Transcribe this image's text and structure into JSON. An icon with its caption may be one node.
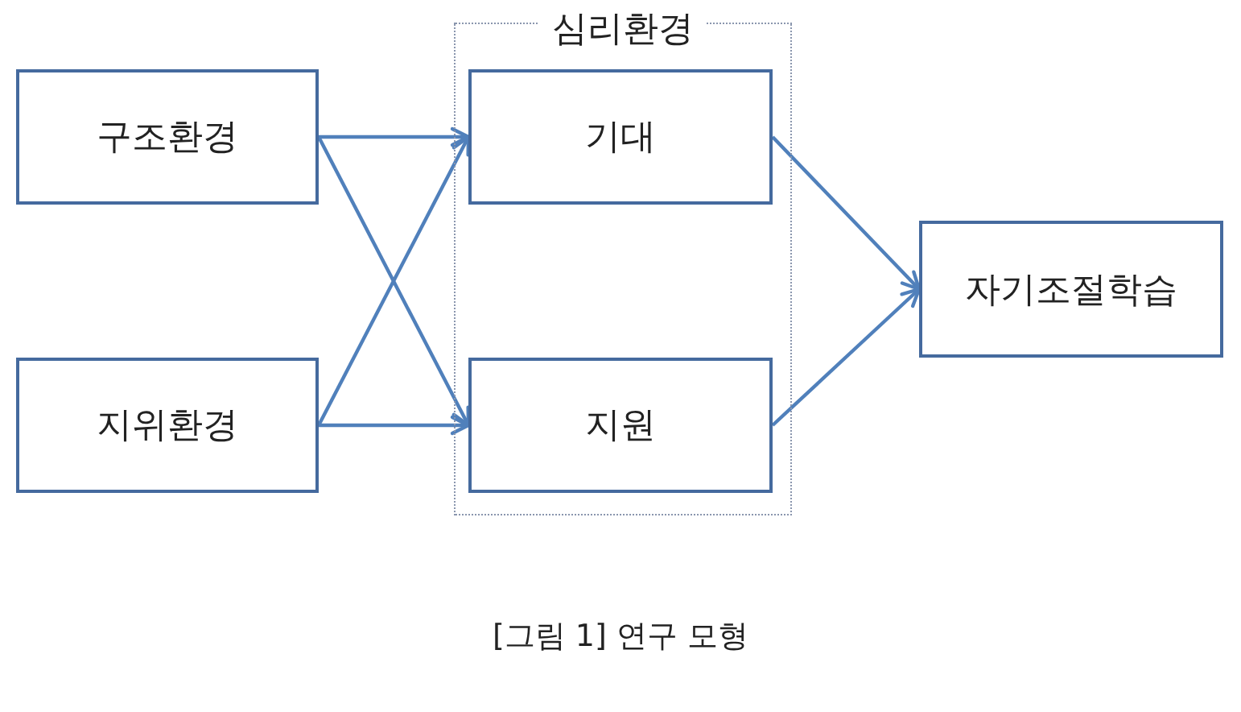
{
  "diagram": {
    "caption": "[그림 1] 연구 모형",
    "nodes": [
      {
        "text": [
          "구조환경"
        ]
      },
      {
        "text": [
          "지위환경"
        ]
      },
      {
        "text": [
          "심리환경"
        ]
      },
      {
        "text": [
          "기대"
        ],
        "in": 2
      },
      {
        "text": [
          "지원"
        ],
        "in": 2
      },
      {
        "text": [
          "자기조절학습"
        ]
      }
    ],
    "edges": [
      {
        "from": 0,
        "to": 3,
        "arrow": "to"
      },
      {
        "from": 0,
        "to": 4,
        "arrow": "to"
      },
      {
        "from": 1,
        "to": 3,
        "arrow": "to"
      },
      {
        "from": 1,
        "to": 4,
        "arrow": "to"
      },
      {
        "from": 3,
        "to": 5,
        "arrow": "to"
      },
      {
        "from": 4,
        "to": 5,
        "arrow": "to"
      }
    ]
  }
}
